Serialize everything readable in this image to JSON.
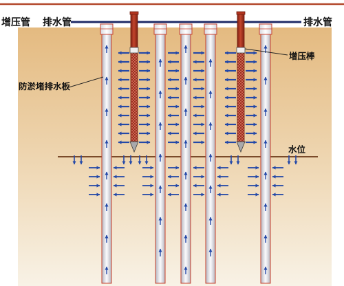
{
  "labels": {
    "pressure_pipe": "增压管",
    "drain_pipe_left": "排水管",
    "drain_pipe_right": "排水管",
    "drainage_board": "防淤堵排水板",
    "pressure_rod": "增压棒",
    "water_level": "水位"
  },
  "colors": {
    "pressure_pipe": "#b2482b",
    "drain_pipe": "#1d2a66",
    "board_border": "#c8402c",
    "rod": "#b3351f",
    "rod_edge": "#6e1d10",
    "arrow": "#2348a8",
    "water_line": "#7b4b2a",
    "soil_top": "#e4ba80",
    "soil_mid": "#efd8b5",
    "soil_bottom": "#f8f2e6"
  }
}
